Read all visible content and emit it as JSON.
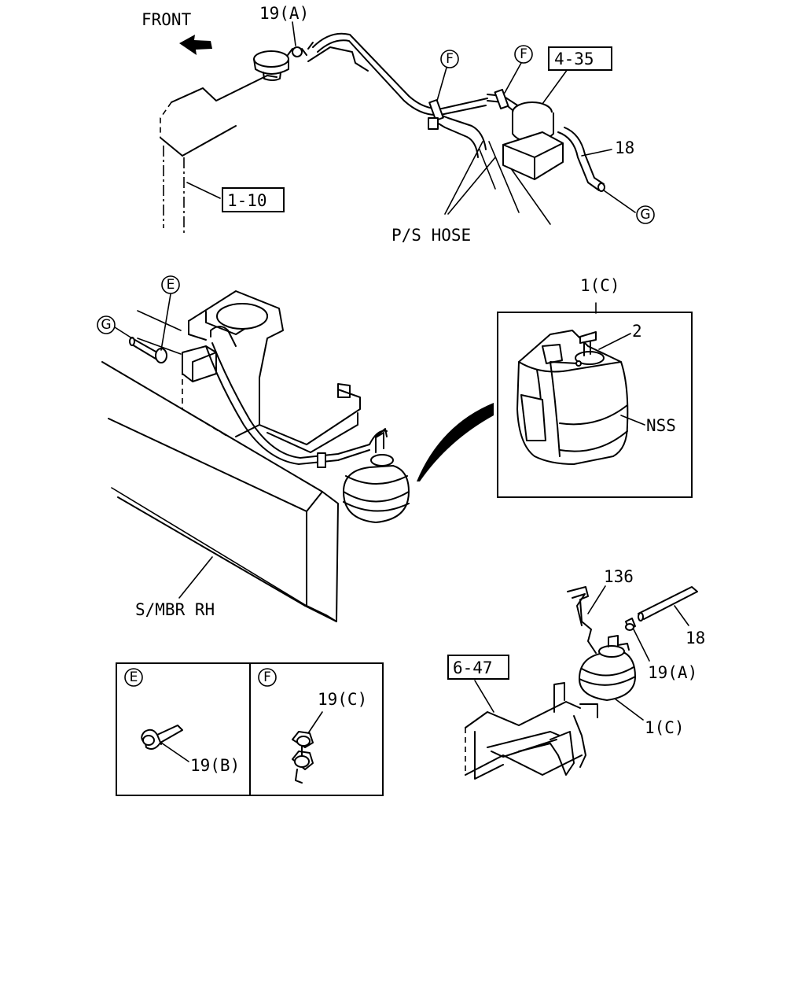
{
  "labels": {
    "front": "FRONT",
    "ref_19a_top": "19(A)",
    "ref_f_1": "F",
    "ref_f_2": "F",
    "ref_4_35": "4-35",
    "ref_18_top": "18",
    "ref_g_top": "G",
    "ref_1_10": "1-10",
    "ps_hose": "P/S HOSE",
    "ref_e": "E",
    "ref_g_mid": "G",
    "ref_1c_detail": "1(C)",
    "ref_2": "2",
    "nss": "NSS",
    "smbr_rh": "S/MBR RH",
    "ref_136": "136",
    "ref_18_bottom": "18",
    "ref_19a_bottom": "19(A)",
    "ref_6_47": "6-47",
    "ref_1c_bottom": "1(C)",
    "inset_e_tag": "E",
    "inset_e_part": "19(B)",
    "inset_f_tag": "F",
    "inset_f_part": "19(C)"
  },
  "icons": [
    "front-arrow-icon"
  ]
}
